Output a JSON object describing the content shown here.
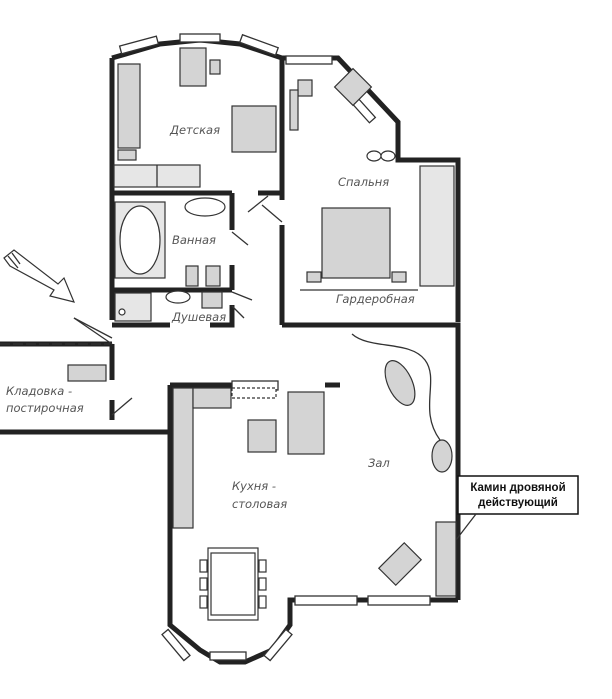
{
  "rooms": {
    "detskaya": "Детская",
    "spalnya": "Спальня",
    "vannaya": "Ванная",
    "dushevaya": "Душевая",
    "garderobnaya": "Гардеробная",
    "kladovka_line1": "Кладовка -",
    "kladovka_line2": "постирочная",
    "kuhnya_line1": "Кухня -",
    "kuhnya_line2": "столовая",
    "zal": "Зал"
  },
  "callout": {
    "line1": "Камин дровяной",
    "line2": "действующий"
  },
  "colors": {
    "wall": "#222222",
    "furniture_fill": "#d4d4d4"
  }
}
